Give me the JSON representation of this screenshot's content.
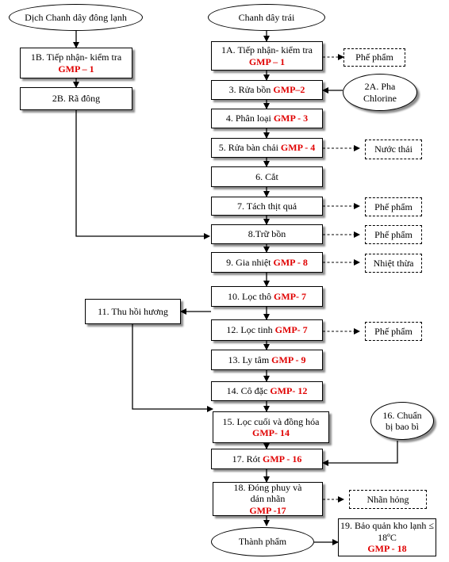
{
  "start_left": "Dịch Chanh dây đông lạnh",
  "start_main": "Chanh dây trái",
  "steps": {
    "s1b_label": "1B. Tiếp nhận- kiểm tra",
    "s1b_gmp": "GMP – 1",
    "s2b_label": "2B. Rã đông",
    "s1a_label": "1A. Tiếp nhận- kiểm tra",
    "s1a_gmp": "GMP – 1",
    "s3_label": "3. Rửa bồn",
    "s3_gmp": "GMP–2",
    "s4_label": "4. Phân loại",
    "s4_gmp": "GMP - 3",
    "s5_label": "5. Rửa bàn chải",
    "s5_gmp": "GMP - 4",
    "s6_label": "6. Cắt",
    "s7_label": "7. Tách thịt quả",
    "s8_label": "8.Trữ bồn",
    "s9_label": "9. Gia nhiệt",
    "s9_gmp": "GMP - 8",
    "s10_label": "10. Lọc thô",
    "s10_gmp": "GMP- 7",
    "s11_label": "11. Thu hồi hương",
    "s12_label": "12. Lọc tinh",
    "s12_gmp": "GMP- 7",
    "s13_label": "13. Ly tâm",
    "s13_gmp": "GMP - 9",
    "s14_label": "14. Cô đặc",
    "s14_gmp": "GMP- 12",
    "s15_label": "15. Lọc cuối và đồng hóa",
    "s15_gmp": "GMP- 14",
    "s16_label": "16. Chuẩn bị bao bì",
    "s17_label": "17. Rót",
    "s17_gmp": "GMP - 16",
    "s18_label": "18. Đóng phuy và dán nhãn",
    "s18_gmp": "GMP -17",
    "s19_label": "19. Bảo quản kho lạnh ≤ 18ºC",
    "s19_gmp": "GMP - 18",
    "s2a_label": "2A. Pha Chlorine",
    "finish": "Thành phẩm"
  },
  "outputs": {
    "phe_pham_1": "Phế phẩm",
    "nuoc_thai": "Nước thải",
    "phe_pham_2": "Phế phẩm",
    "phe_pham_3": "Phế phẩm",
    "nhiet_thua": "Nhiệt thừa",
    "phe_pham_4": "Phế phẩm",
    "nhan_hong": "Nhãn hỏng"
  }
}
